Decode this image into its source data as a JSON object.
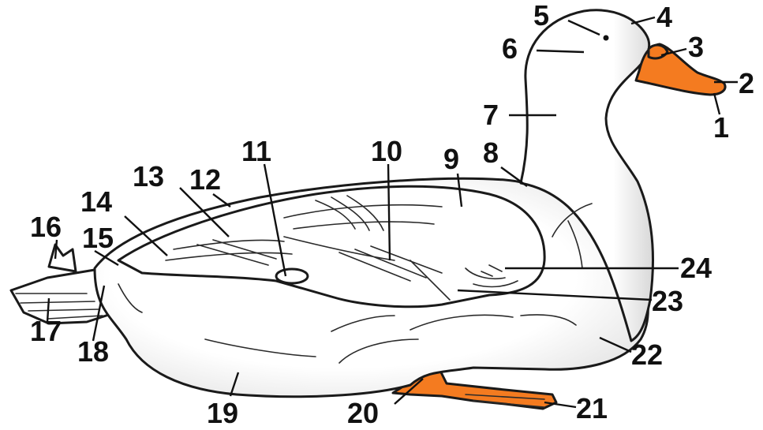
{
  "colors": {
    "body": "#ffffff",
    "shade": "#e9e9e9",
    "beak_foot": "#f47b20",
    "ink": "#111111"
  },
  "labels": [
    "1",
    "2",
    "3",
    "4",
    "5",
    "6",
    "7",
    "8",
    "9",
    "10",
    "11",
    "12",
    "13",
    "14",
    "15",
    "16",
    "17",
    "18",
    "19",
    "20",
    "21",
    "22",
    "23",
    "24"
  ]
}
